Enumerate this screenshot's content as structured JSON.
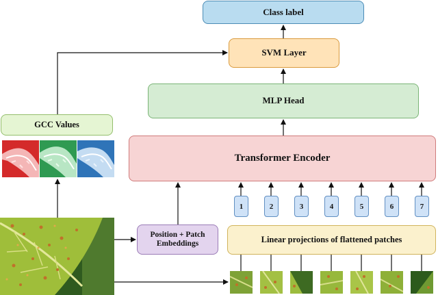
{
  "boxes": {
    "class_label": "Class label",
    "svm_layer": "SVM Layer",
    "mlp_head": "MLP Head",
    "gcc_values": "GCC Values",
    "transformer_encoder": "Transformer Encoder",
    "position_patch_embeddings": "Position + Patch Embeddings",
    "linear_projections": "Linear projections of flattened patches"
  },
  "tokens": [
    "1",
    "2",
    "3",
    "4",
    "5",
    "6",
    "7"
  ],
  "colors": {
    "class_label": "#b9dcf0",
    "svm_layer": "#ffe3b8",
    "mlp_head": "#d5ecd3",
    "gcc_values": "#e5f5d3",
    "transformer_encoder": "#f7d4d4",
    "position_patch_embeddings": "#e3d4ee",
    "linear_projections": "#fbf1cd",
    "tokens": "#cfe2f7",
    "arrows": "#111111"
  },
  "images": {
    "gcc_channels": [
      "red-channel",
      "green-channel",
      "blue-channel"
    ],
    "input_leaf": "leaf-with-rust-spots",
    "patches": 7
  }
}
